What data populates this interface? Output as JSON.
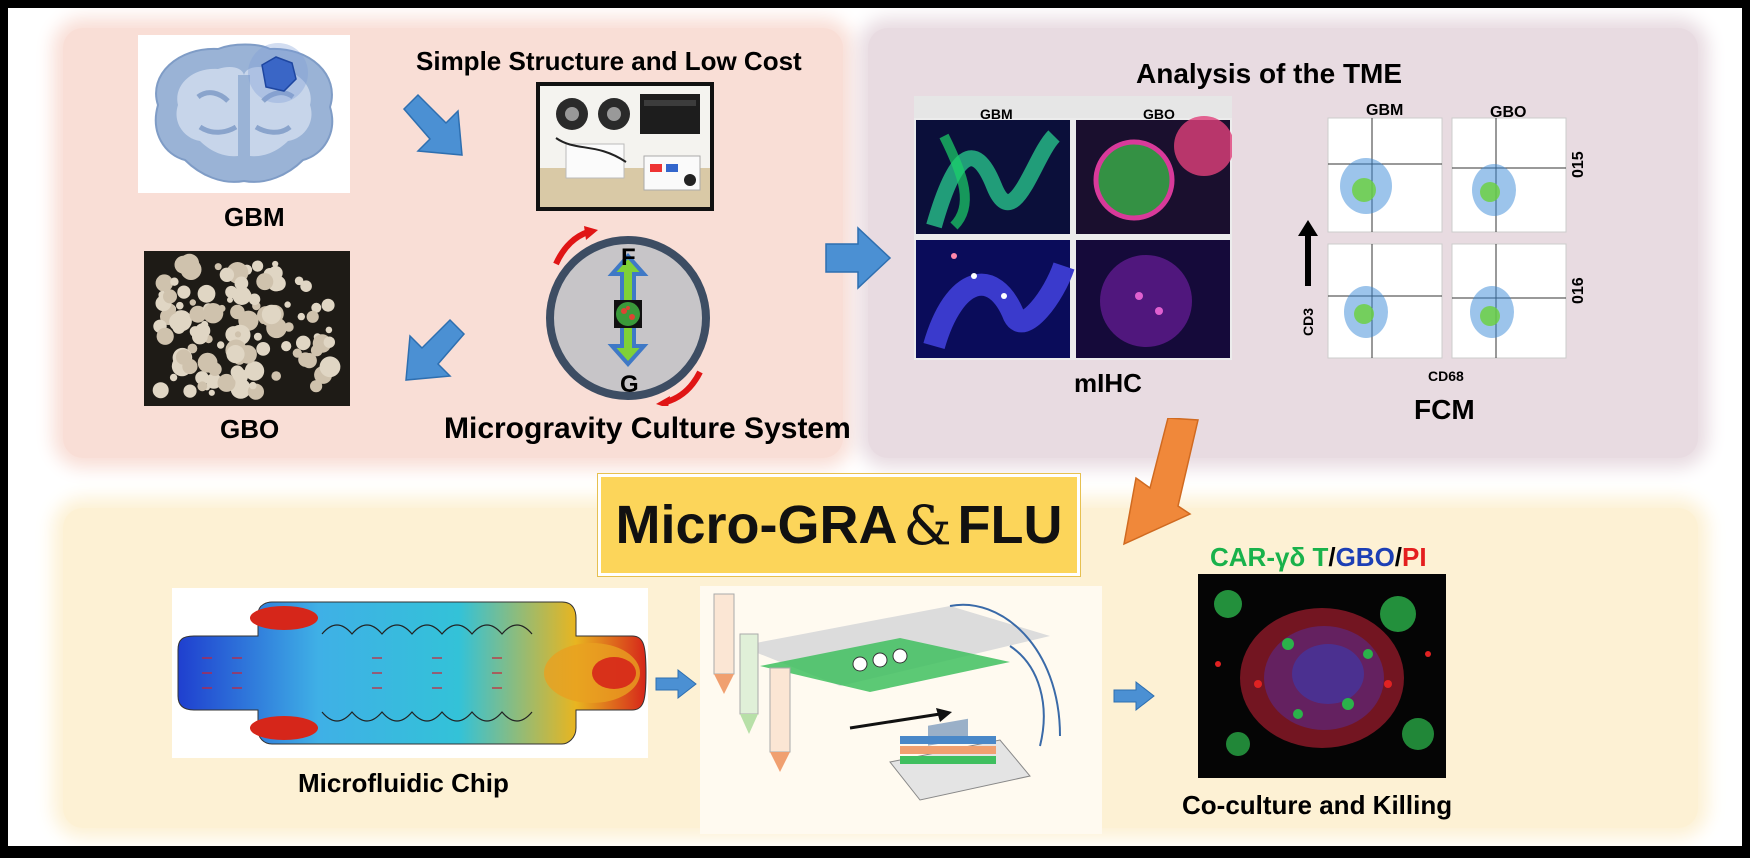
{
  "top_left": {
    "heading": "Simple Structure and Low Cost",
    "gbm_label": "GBM",
    "gbo_label": "GBO",
    "system_label": "Microgravity Culture System",
    "rotor_top": "F",
    "rotor_bottom": "G"
  },
  "top_right": {
    "heading": "Analysis of the TME",
    "mihc_col1": "GBM",
    "mihc_col2": "GBO",
    "mihc_label": "mIHC",
    "fcm_col1": "GBM",
    "fcm_col2": "GBO",
    "fcm_row1": "015",
    "fcm_row2": "016",
    "fcm_yaxis": "CD3",
    "fcm_xaxis": "CD68",
    "fcm_label": "FCM"
  },
  "center": {
    "title_left": "Micro-GRA",
    "title_amp": "&",
    "title_right": "FLU"
  },
  "bottom": {
    "chip_label": "Microfluidic Chip",
    "stain_car": "CAR-γδ T",
    "stain_sep1": "/",
    "stain_gbo": "GBO",
    "stain_sep2": "/",
    "stain_pi": "PI",
    "coculture_label": "Co-culture and Killing"
  },
  "colors": {
    "arrow_blue": "#4b90d3",
    "arrow_orange": "#f0883a",
    "title_bg": "#fcd55a",
    "car_green": "#19b24b",
    "gbo_blue": "#1c3fb5",
    "pi_red": "#e41e1e"
  }
}
